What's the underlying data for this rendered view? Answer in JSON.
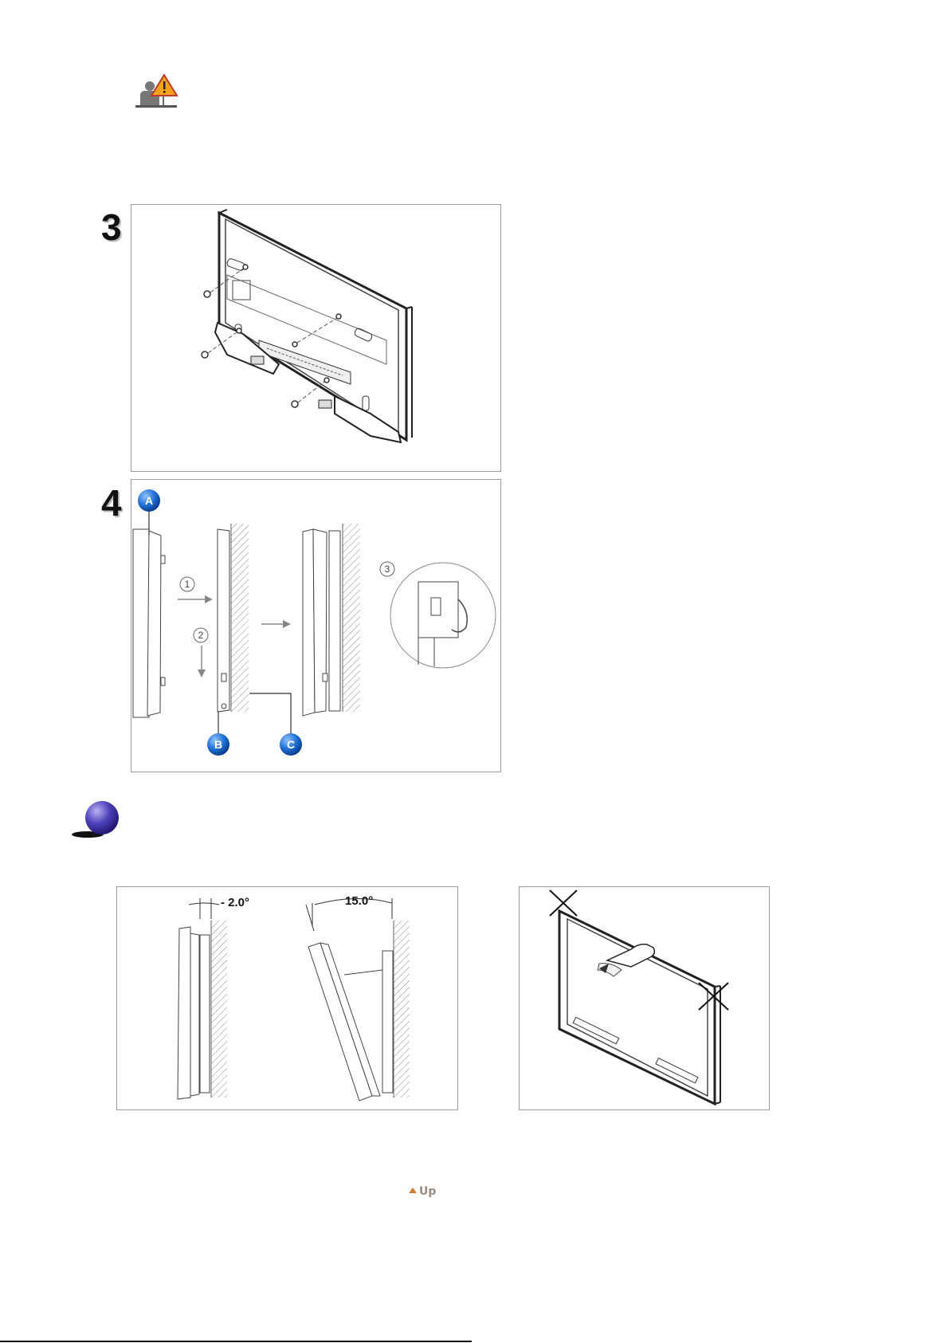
{
  "steps": {
    "step3": {
      "number": "3"
    },
    "step4": {
      "number": "4"
    }
  },
  "callouts": {
    "a": "A",
    "b": "B",
    "c": "C"
  },
  "sequence": {
    "one": "1",
    "two": "2",
    "three": "3"
  },
  "angles": {
    "minus": "- 2.0°",
    "plus": "15.0°"
  },
  "nav": {
    "up_label": "Up"
  },
  "colors": {
    "warning": "#f3a21b",
    "callout_blue": "#1f6fd4",
    "note_ball": "#4b3fb8",
    "accent_up": "#d9772b"
  },
  "icons": [
    "warning-person-icon",
    "note-ball-icon",
    "up-arrow-icon"
  ]
}
